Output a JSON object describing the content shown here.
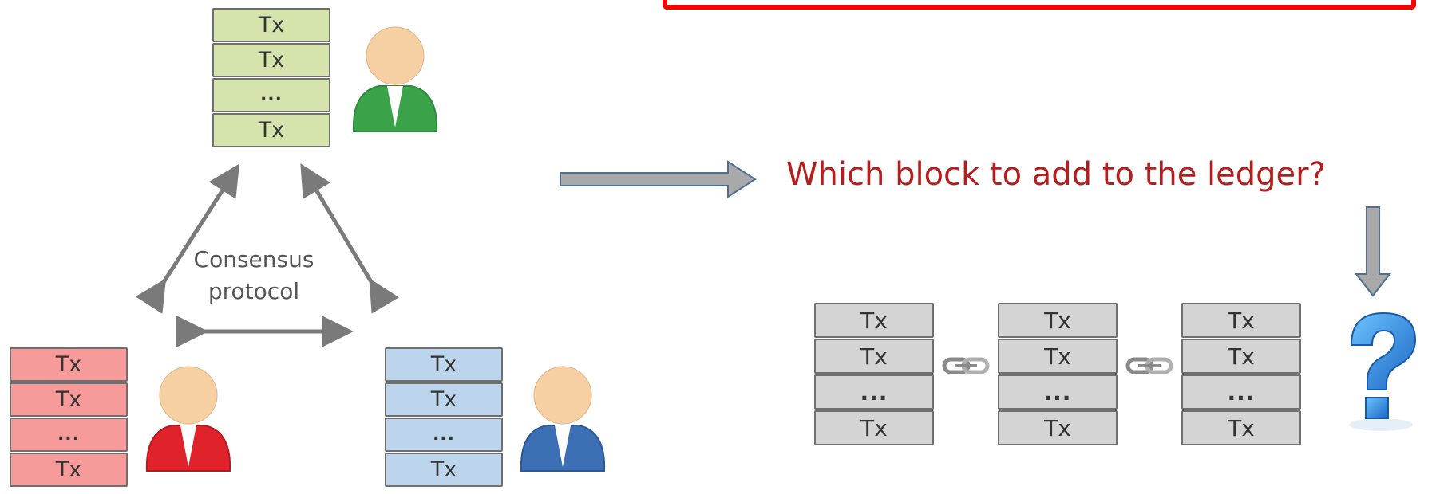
{
  "title_text": "Which block to add to the ledger?",
  "consensus_label": [
    "Consensus",
    "protocol"
  ],
  "node_blocks": {
    "green": [
      "Tx",
      "Tx",
      "...",
      "Tx"
    ],
    "red": [
      "Tx",
      "Tx",
      "...",
      "Tx"
    ],
    "blue": [
      "Tx",
      "Tx",
      "...",
      "Tx"
    ]
  },
  "ledger_blocks": [
    [
      "Tx",
      "Tx",
      "...",
      "Tx"
    ],
    [
      "Tx",
      "Tx",
      "...",
      "Tx"
    ],
    [
      "Tx",
      "Tx",
      "...",
      "Tx"
    ]
  ],
  "colors": {
    "green_block": "#d5e3ad",
    "red_block": "#f69a9a",
    "blue_block": "#bcd5ec",
    "ledger_block": "#d4d4d4",
    "question_text": "#b41e1e",
    "question_mark": "#2f8ee0",
    "frame": "#ff0000"
  }
}
